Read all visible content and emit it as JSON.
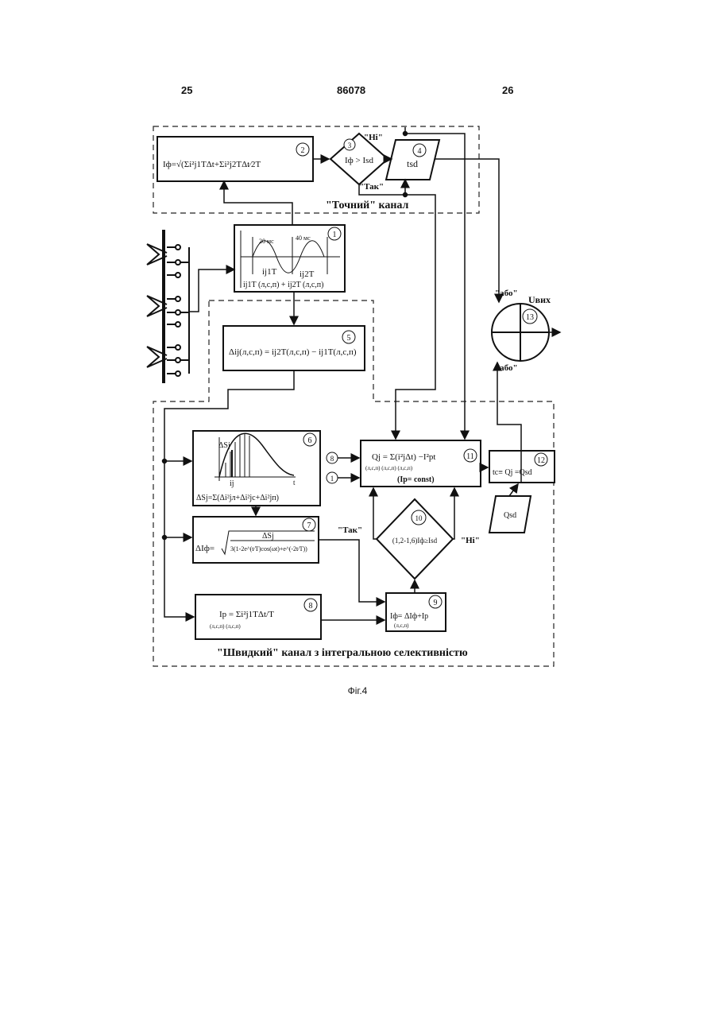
{
  "header": {
    "page_left": "25",
    "doc_number": "86078",
    "page_right": "26"
  },
  "labels": {
    "yes_top": "\"Так\"",
    "no_top": "\"Ні\"",
    "yes_mid": "\"Так\"",
    "no_mid": "\"Ні\"",
    "or_top": "\"або\"",
    "or_bottom": "\"або\"",
    "output": "Uвих",
    "precise_channel": "\"Точний\" канал",
    "fast_channel": "\"Швидкий\" канал з інтегральною селективністю"
  },
  "blocks": {
    "b1": {
      "num": "1",
      "label_20": "20 мс",
      "label_40": "40 мс",
      "i1": "ij1T",
      "i2": "ij2T",
      "formula": "ij1T (л,с,п) + ij2T (л,с,п)"
    },
    "b2": {
      "num": "2",
      "formula": "Iф=√(Σi²j1TΔt+Σi²j2TΔt⁄2T"
    },
    "b3": {
      "num": "3",
      "formula": "Iф > Isd"
    },
    "b4": {
      "num": "4",
      "formula": "tsd"
    },
    "b5": {
      "num": "5",
      "formula": "Δij(л,с,п) = ij2T(л,с,п) − ij1T(л,с,п)"
    },
    "b6": {
      "num": "6",
      "ds": "ΔSj",
      "ij": "ij",
      "t": "t",
      "formula": "ΔSj=Σ(Δi²jл+Δi²jc+Δi²jп)"
    },
    "b7": {
      "num": "7",
      "lhs": "ΔIф=",
      "numerator": "ΔSj",
      "denominator": "3(1-2e^(t⁄T)cos(ωt)+e^(-2t⁄T))"
    },
    "b8": {
      "num": "8",
      "formula": "Ip = Σi²j1TΔt/T",
      "sub": "(л,с,п)  (л,с,п)"
    },
    "b9": {
      "num": "9",
      "formula": "Iф= ΔIф+Ip",
      "sub": "(л,с,п)"
    },
    "b10": {
      "num": "10",
      "formula": "(1,2-1,6)Iф≥Isd"
    },
    "b11": {
      "num": "11",
      "formula": "Qj = Σ(i²jΔt) −I²pt",
      "sub": "(л,с,п)  (л,с,п)   (л,с,п)",
      "cond": "(Ip= const)",
      "in8": "8",
      "in1": "1"
    },
    "b12": {
      "num": "12",
      "formula": "tc≡ Qj =Qsd"
    },
    "b13": {
      "num": "13"
    },
    "qsd": {
      "label": "Qsd"
    }
  },
  "caption": "Фіг.4"
}
